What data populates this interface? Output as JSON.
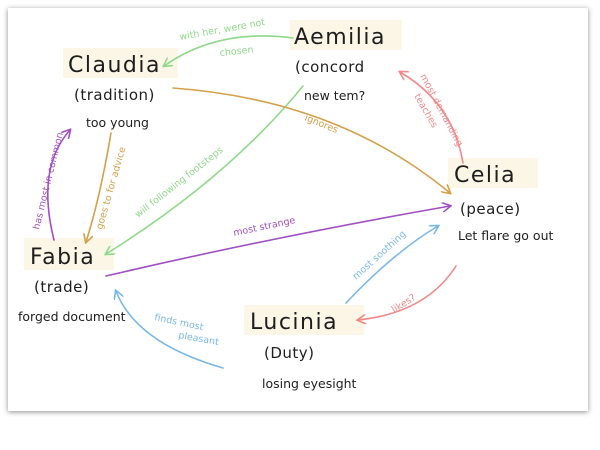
{
  "colors": {
    "green": "#8fd98a",
    "orange": "#d4a048",
    "purple": "#a04fc4",
    "red": "#ef8a8a",
    "blue": "#7bb8e8",
    "highlight": "#fbf6e6",
    "ink": "#1e1e1e"
  },
  "nodes": {
    "aemilia": {
      "name": "Aemilia",
      "role": "(concord",
      "note": "new tem?"
    },
    "claudia": {
      "name": "Claudia",
      "role": "(tradition)",
      "note": "too young"
    },
    "celia": {
      "name": "Celia",
      "role": "(peace)",
      "note": "Let flare go out"
    },
    "fabia": {
      "name": "Fabia",
      "role": "(trade)",
      "note": "forged document"
    },
    "lucinia": {
      "name": "Lucinia",
      "role": "(Duty)",
      "note": "losing eyesight"
    }
  },
  "edges": {
    "aemilia_claudia": {
      "label_1": "with her, were not",
      "label_2": "chosen",
      "color": "green"
    },
    "aemilia_fabia": {
      "label": "will following footsteps",
      "color": "green"
    },
    "claudia_celia": {
      "label": "ignores",
      "color": "orange"
    },
    "claudia_fabia": {
      "label": "goes to for advice",
      "color": "orange"
    },
    "fabia_claudia": {
      "label": "has most in common",
      "color": "purple"
    },
    "fabia_celia": {
      "label": "most strange",
      "color": "purple"
    },
    "celia_aemilia": {
      "label_1": "most demanding",
      "label_2": "teaches",
      "color": "red"
    },
    "celia_lucinia": {
      "label": "likes?",
      "color": "red"
    },
    "lucinia_celia": {
      "label": "most soothing",
      "color": "blue"
    },
    "lucinia_fabia": {
      "label_1": "finds most",
      "label_2": "pleasant",
      "color": "blue"
    }
  }
}
